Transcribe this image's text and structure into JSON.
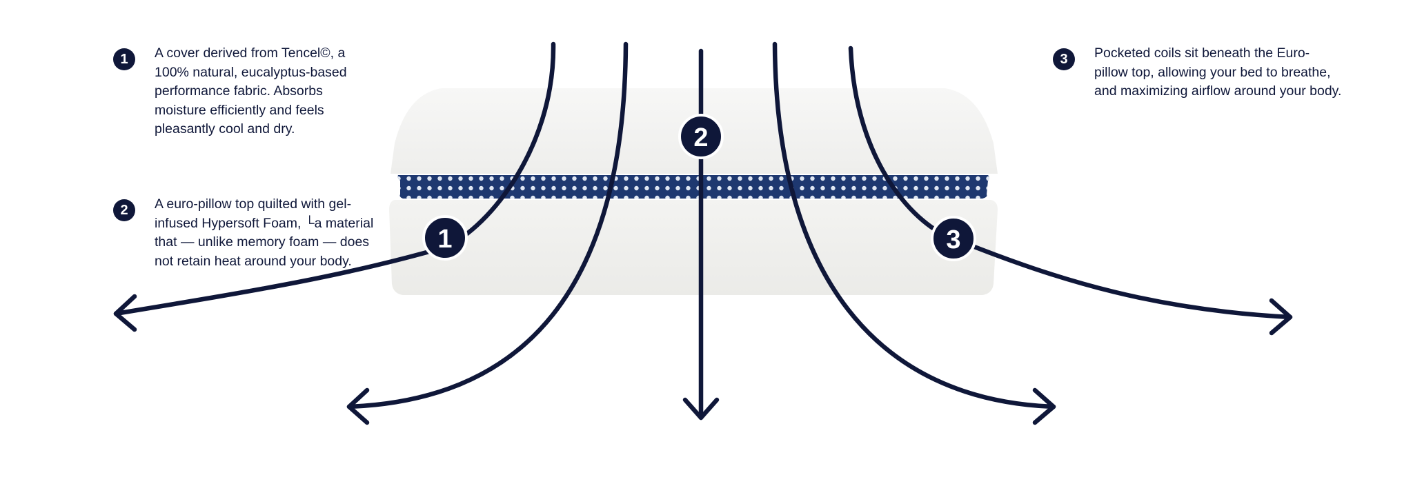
{
  "notes": [
    {
      "badge": "1",
      "text": "A cover derived from Tencel©, a 100% natural, eucalyptus-based performance fabric. Absorbs moisture efficiently and feels pleasantly cool and dry."
    },
    {
      "badge": "2",
      "text": "A euro-pillow top quilted with gel-infused Hypersoft Foam, └a material that — unlike memory foam — does not retain heat around your body."
    },
    {
      "badge": "3",
      "text": "Pocketed coils sit beneath the Euro-pillow top, allowing your bed to breathe, and maximizing airflow around your body."
    }
  ],
  "diagram": {
    "markers": [
      "1",
      "2",
      "3"
    ],
    "colors": {
      "ink": "#0f1739",
      "band": "#1e3870",
      "band_dots": "#dfe6f2",
      "mattress": "#f4f4f2"
    }
  }
}
